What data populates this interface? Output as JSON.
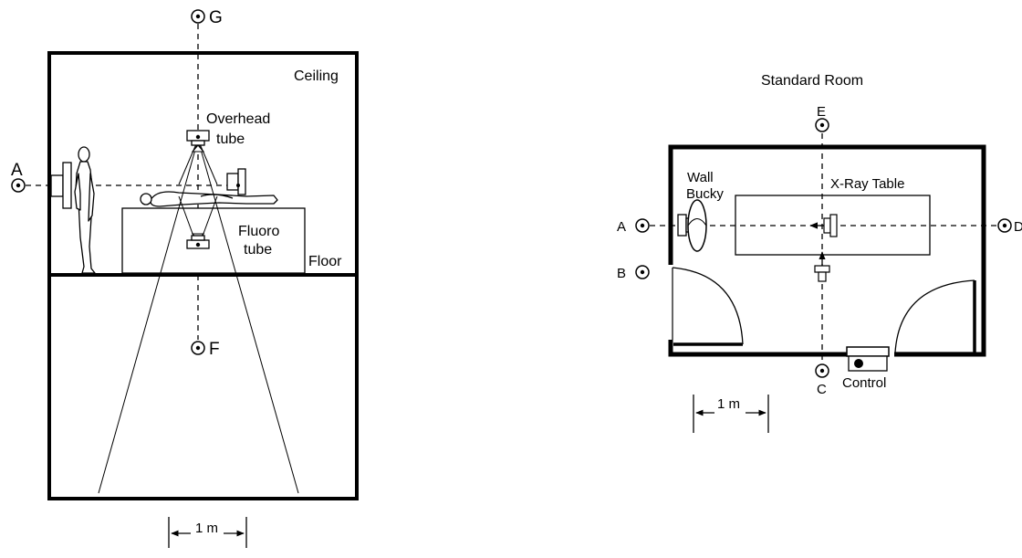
{
  "left_diagram": {
    "point_g": "G",
    "point_a": "A",
    "point_f": "F",
    "ceiling": "Ceiling",
    "floor": "Floor",
    "overhead_tube_line1": "Overhead",
    "overhead_tube_line2": "tube",
    "fluoro_tube_line1": "Fluoro",
    "fluoro_tube_line2": "tube",
    "scale": "1 m"
  },
  "right_diagram": {
    "title": "Standard Room",
    "point_e": "E",
    "point_a": "A",
    "point_d": "D",
    "point_b": "B",
    "point_c": "C",
    "wall_bucky_line1": "Wall",
    "wall_bucky_line2": "Bucky",
    "xray_table": "X-Ray Table",
    "control": "Control",
    "scale": "1 m"
  }
}
